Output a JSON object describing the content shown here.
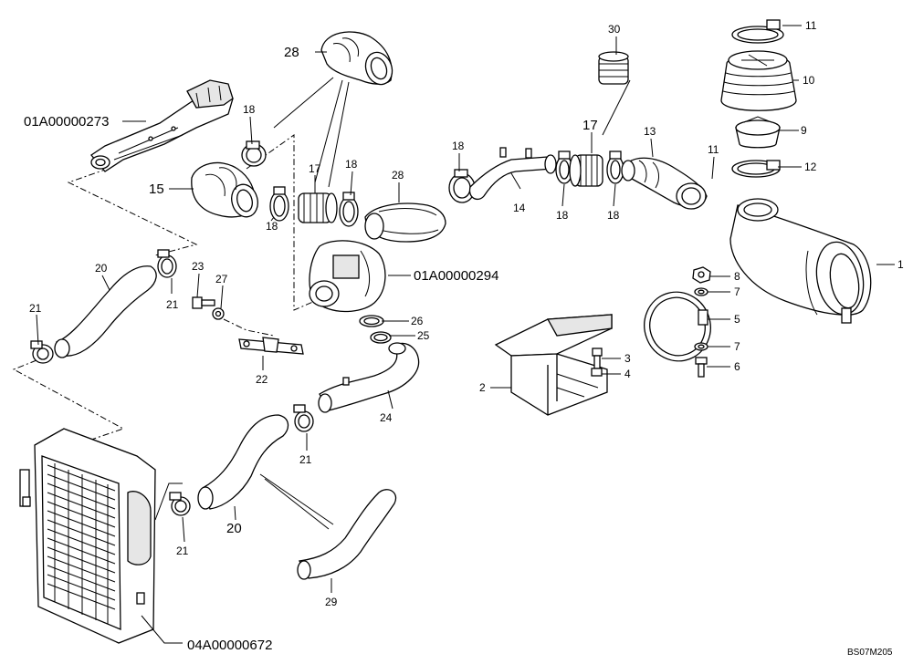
{
  "diagram": {
    "labels": {
      "p1": "1",
      "p2": "2",
      "p3": "3",
      "p4": "4",
      "p5": "5",
      "p6": "6",
      "p7a": "7",
      "p7b": "7",
      "p8": "8",
      "p9": "9",
      "p10": "10",
      "p11a": "11",
      "p11b": "11",
      "p12": "12",
      "p13": "13",
      "p14": "14",
      "p15": "15",
      "p17a": "17",
      "p17b": "17",
      "p18a": "18",
      "p18b": "18",
      "p18c": "18",
      "p18d": "18",
      "p18e": "18",
      "p18f": "18",
      "p20a": "20",
      "p20b": "20",
      "p21a": "21",
      "p21b": "21",
      "p21c": "21",
      "p21d": "21",
      "p22": "22",
      "p23": "23",
      "p24": "24",
      "p25": "25",
      "p26": "26",
      "p27": "27",
      "p28a": "28",
      "p28b": "28",
      "p29": "29",
      "p30": "30",
      "ref273": "01A00000273",
      "ref294": "01A00000294",
      "ref672": "04A00000672"
    },
    "code": "BS07M205"
  }
}
